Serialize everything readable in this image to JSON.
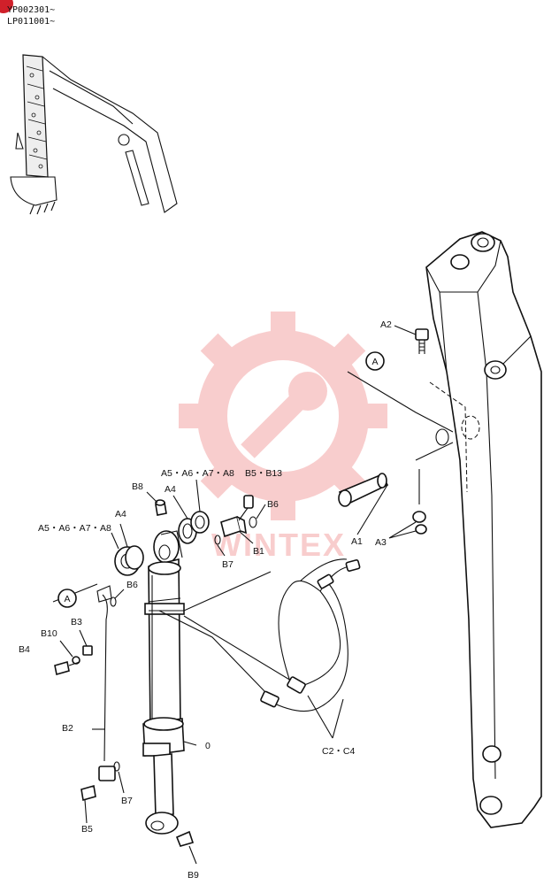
{
  "header": {
    "serial_lines": [
      "YP002301~",
      "LP011001~"
    ],
    "corner_badge_color": "#d0202a"
  },
  "watermark": {
    "text": "WINTEX",
    "color": "#f4a6a6",
    "icon": "gear-wrench-icon"
  },
  "callouts": {
    "detail_marker": "A",
    "part_labels": {
      "a1": "A1",
      "a2": "A2",
      "a3": "A3",
      "a4_left": "A4",
      "a4_right": "A4",
      "a5_group_left": "A5・A6・A7・A8",
      "a5_group_right": "A5・A6・A7・A8",
      "b1": "B1",
      "b2": "B2",
      "b3": "B3",
      "b4": "B4",
      "b5_b13": "B5・B13",
      "b5": "B5",
      "b6_right": "B6",
      "b6_left": "B6",
      "b7_upper": "B7",
      "b7_lower": "B7",
      "b8": "B8",
      "b9": "B9",
      "b10": "B10",
      "c2_c4": "C2・C4",
      "zero": "0"
    }
  }
}
